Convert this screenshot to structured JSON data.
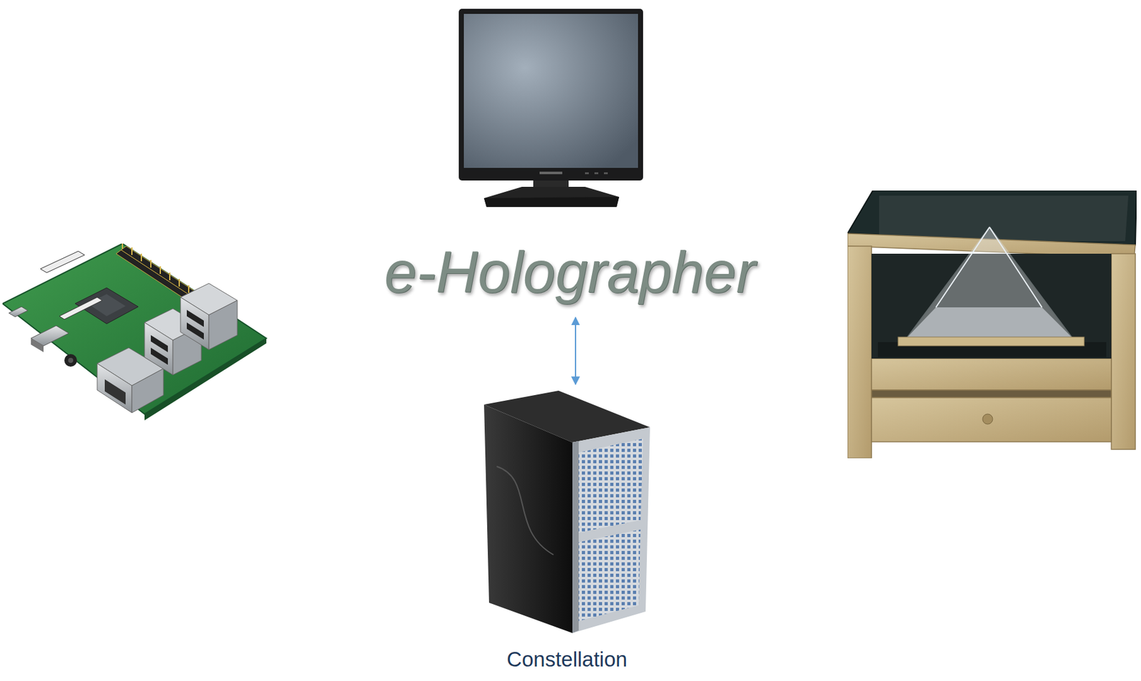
{
  "diagram": {
    "nodes": [
      {
        "text": [
          "e-Holographer"
        ]
      },
      {
        "text": [
          "Constellation"
        ]
      }
    ],
    "edges": [
      {
        "from": 0,
        "to": 1,
        "arrow": "both"
      }
    ]
  }
}
